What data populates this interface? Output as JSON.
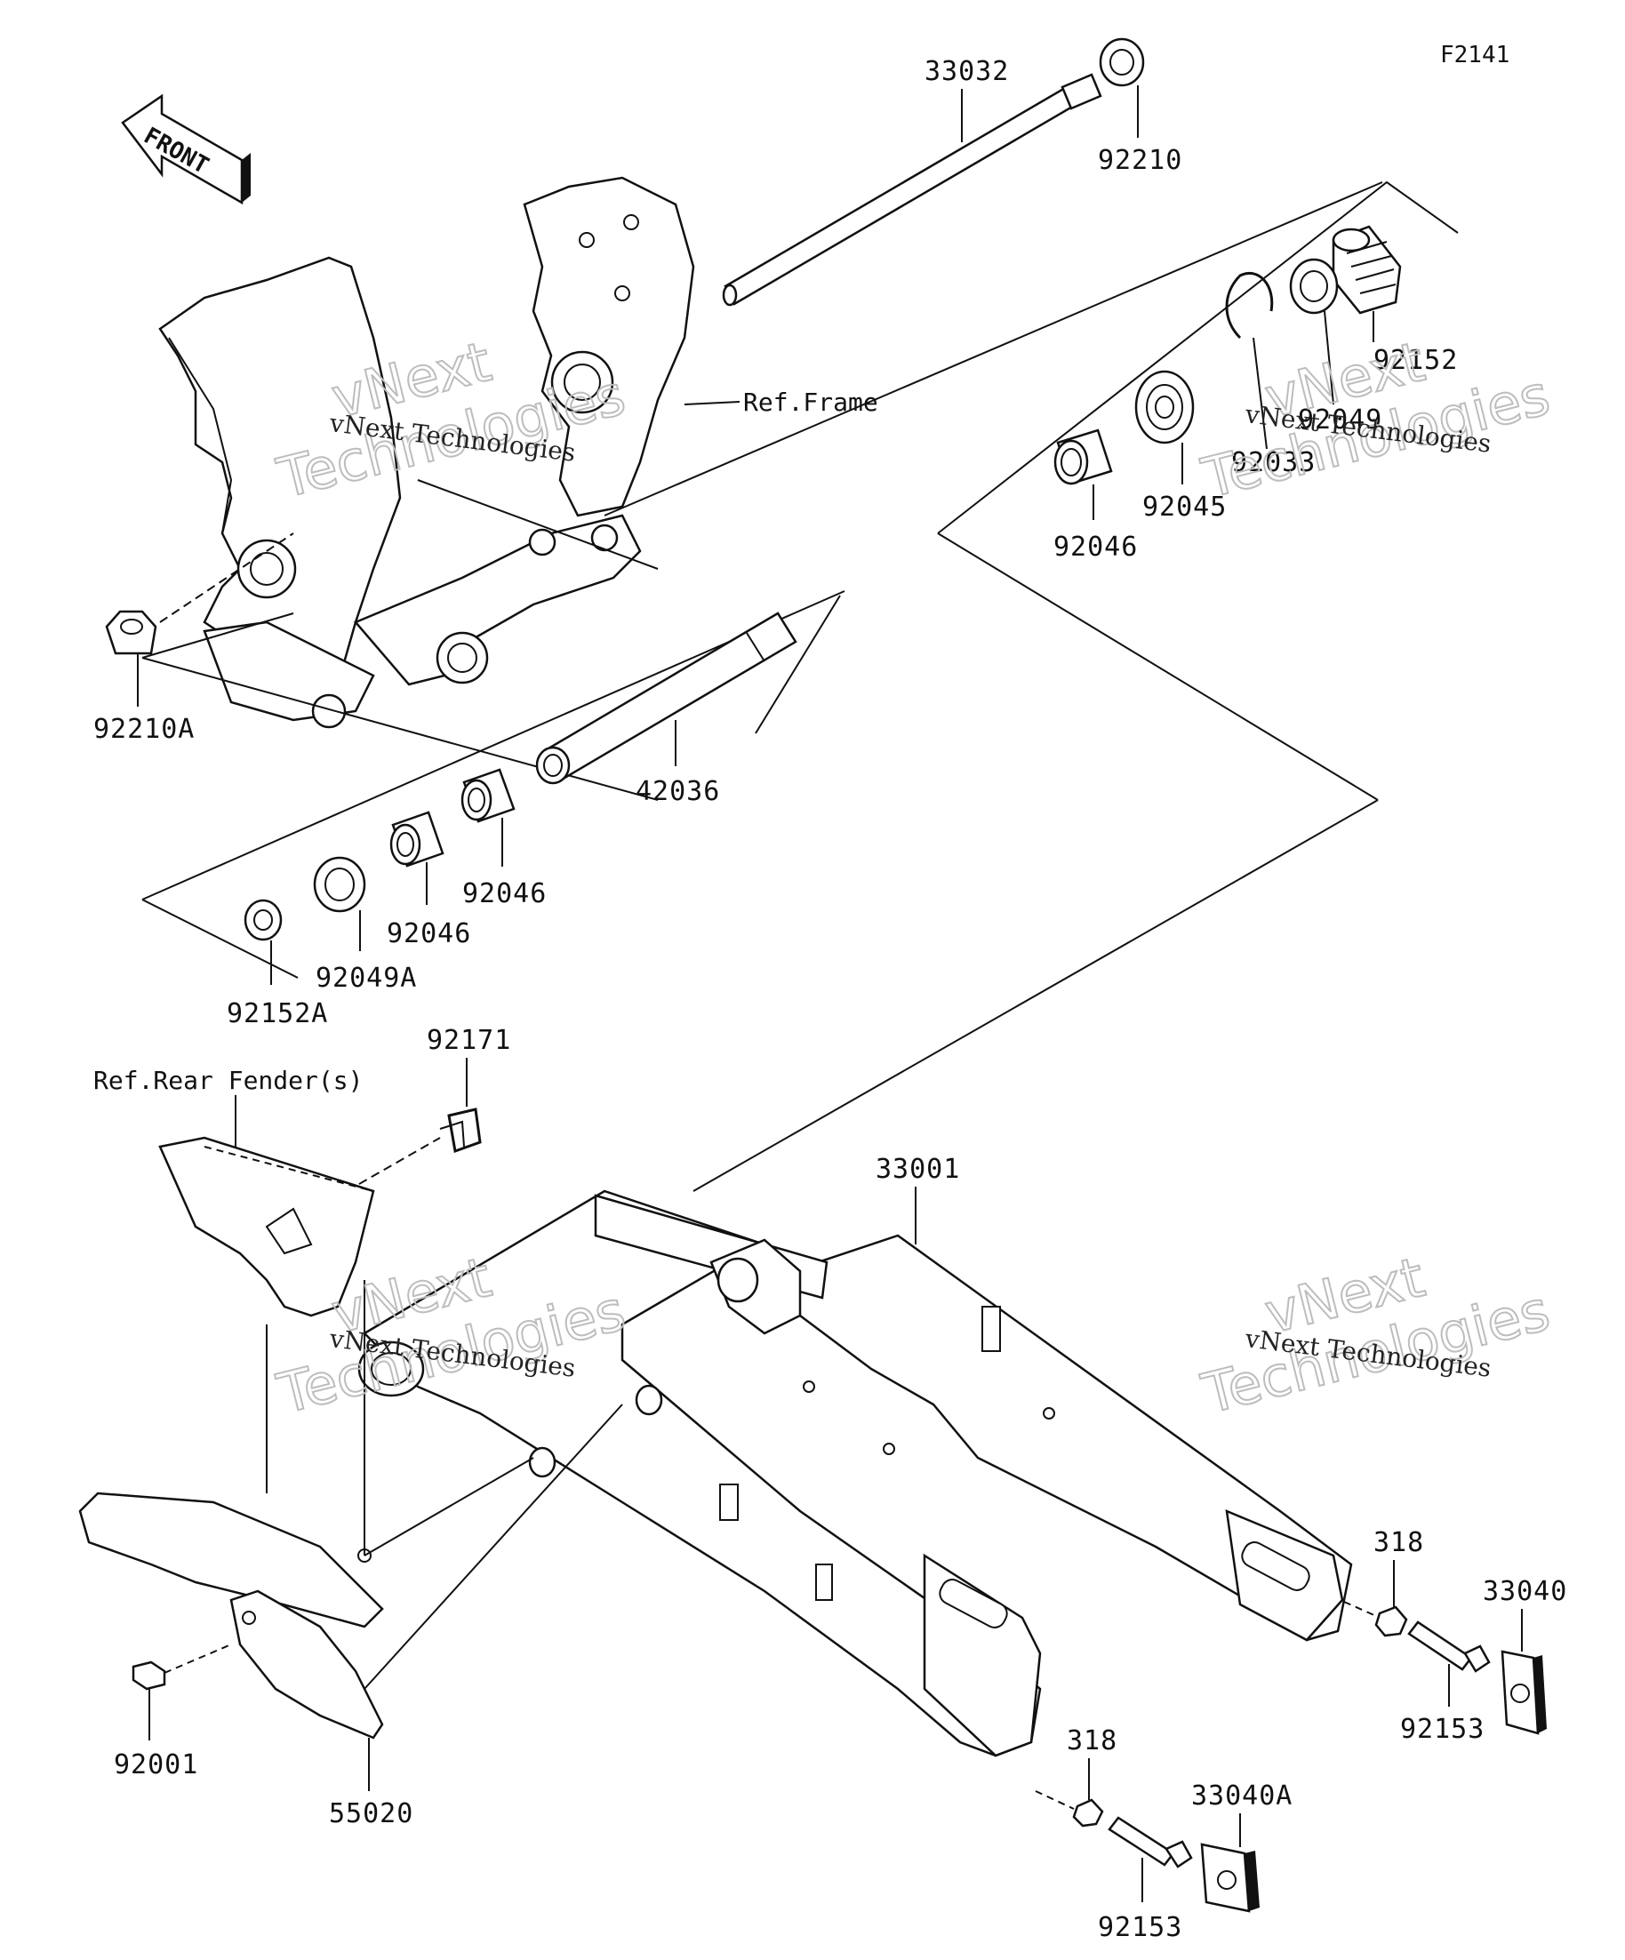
{
  "figure_code": "F2141",
  "front_arrow_label": "FRONT",
  "references": {
    "frame": "Ref.Frame",
    "rear_fender": "Ref.Rear Fender(s)"
  },
  "watermark": {
    "line1": "vNext Technologies",
    "line2": "vNext",
    "line3": "Technologies"
  },
  "parts": {
    "p33032": "33032",
    "p92210": "92210",
    "p92152": "92152",
    "p92049": "92049",
    "p92033": "92033",
    "p92045": "92045",
    "p92046_top": "92046",
    "p92210A": "92210A",
    "p42036": "42036",
    "p92046_a": "92046",
    "p92046_b": "92046",
    "p92049A": "92049A",
    "p92152A": "92152A",
    "p92171": "92171",
    "p33001": "33001",
    "p318_right": "318",
    "p33040": "33040",
    "p92153_right": "92153",
    "p318_bottom": "318",
    "p33040A": "33040A",
    "p92153_bottom": "92153",
    "p92001": "92001",
    "p55020": "55020"
  }
}
